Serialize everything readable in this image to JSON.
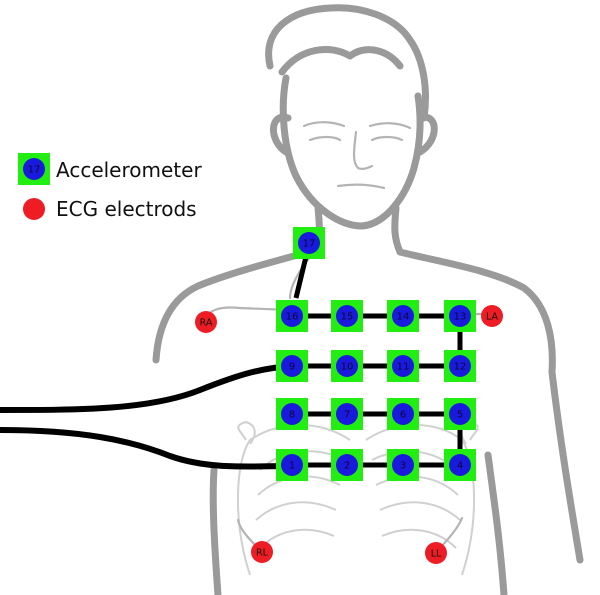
{
  "legend": {
    "accelerometer_icon_label": "17",
    "accelerometer_label": "Accelerometer",
    "ecg_label": "ECG electrods"
  },
  "accelerometers": [
    {
      "label": "1"
    },
    {
      "label": "2"
    },
    {
      "label": "3"
    },
    {
      "label": "4"
    },
    {
      "label": "5"
    },
    {
      "label": "6"
    },
    {
      "label": "7"
    },
    {
      "label": "8"
    },
    {
      "label": "9"
    },
    {
      "label": "10"
    },
    {
      "label": "11"
    },
    {
      "label": "12"
    },
    {
      "label": "13"
    },
    {
      "label": "14"
    },
    {
      "label": "15"
    },
    {
      "label": "16"
    },
    {
      "label": "17"
    }
  ],
  "ecg_electrodes": [
    {
      "label": "RA"
    },
    {
      "label": "LA"
    },
    {
      "label": "RL"
    },
    {
      "label": "LL"
    }
  ],
  "colors": {
    "accelerometer_square": "#22ee11",
    "accelerometer_dot": "#1a1adf",
    "ecg_electrode": "#ee1c24",
    "body_outline": "#9a9a9a"
  }
}
